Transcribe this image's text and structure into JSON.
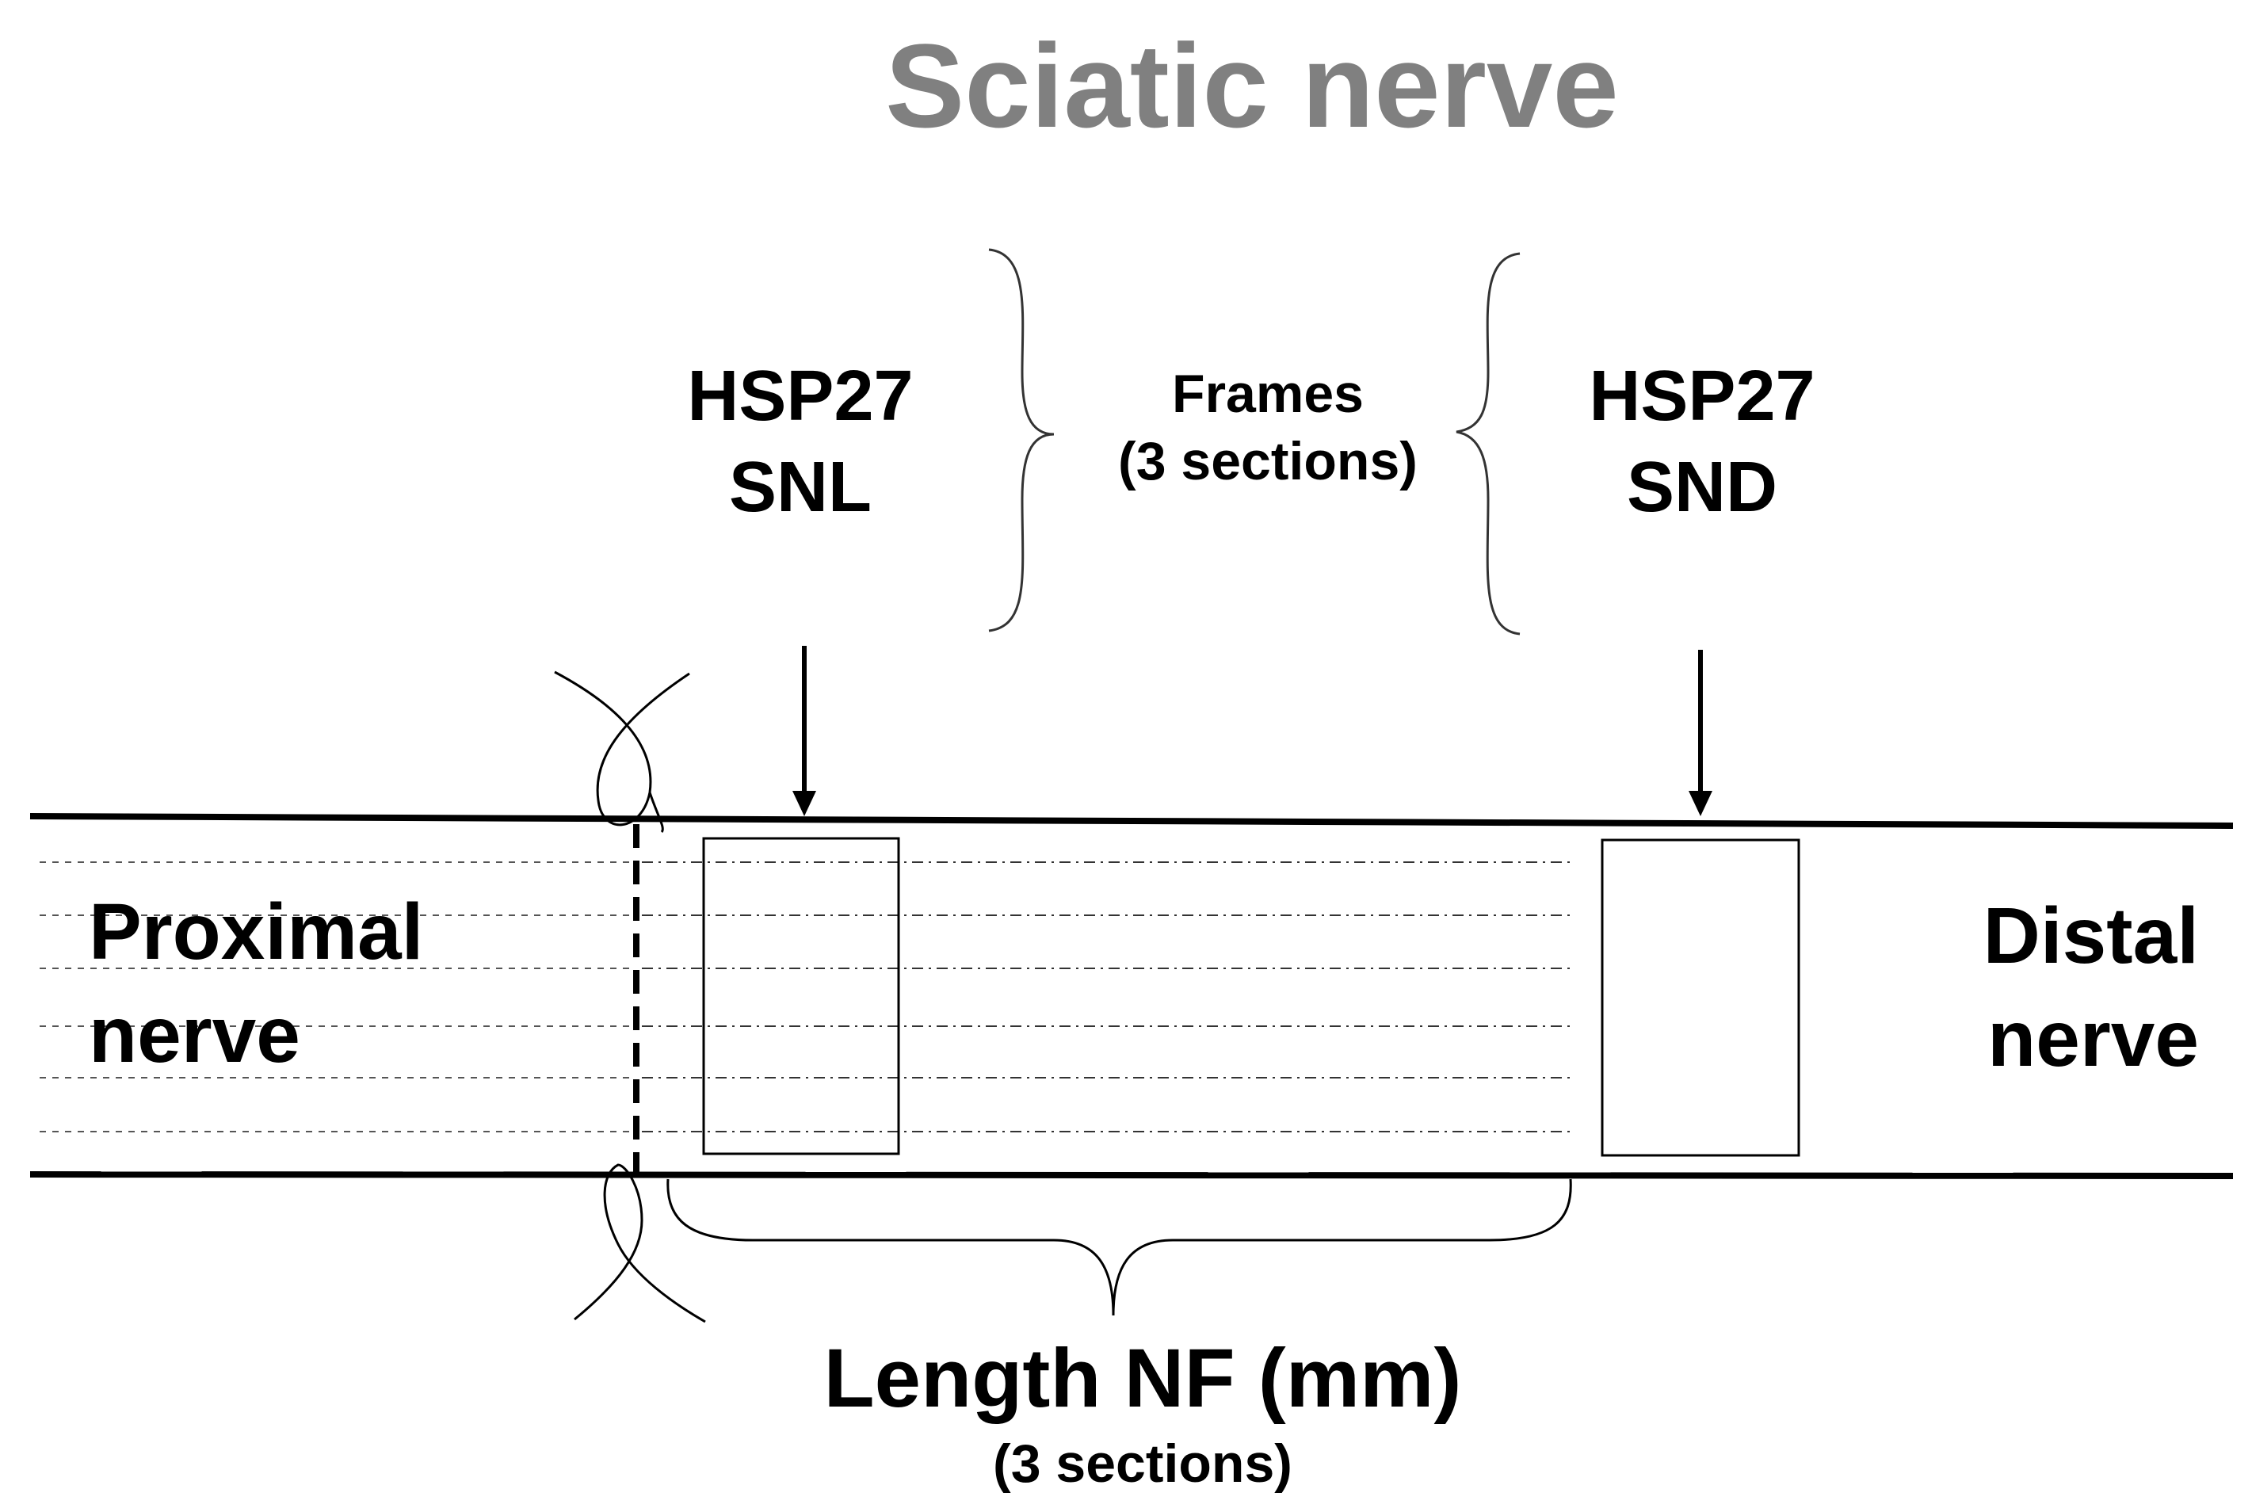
{
  "title": "Sciatic nerve",
  "labels": {
    "hsp27_snl_line1": "HSP27",
    "hsp27_snl_line2": "SNL",
    "frames_line1": "Frames",
    "frames_line2": "(3 sections)",
    "hsp27_snd_line1": "HSP27",
    "hsp27_snd_line2": "SND",
    "proximal_line1": "Proximal",
    "proximal_line2": "nerve",
    "distal_line1": "Distal",
    "distal_line2": "nerve",
    "length_line1": "Length NF (mm)",
    "length_line2": "(3 sections)"
  },
  "colors": {
    "title": "#808080",
    "lines": "#000000",
    "fibers": "#333333"
  }
}
